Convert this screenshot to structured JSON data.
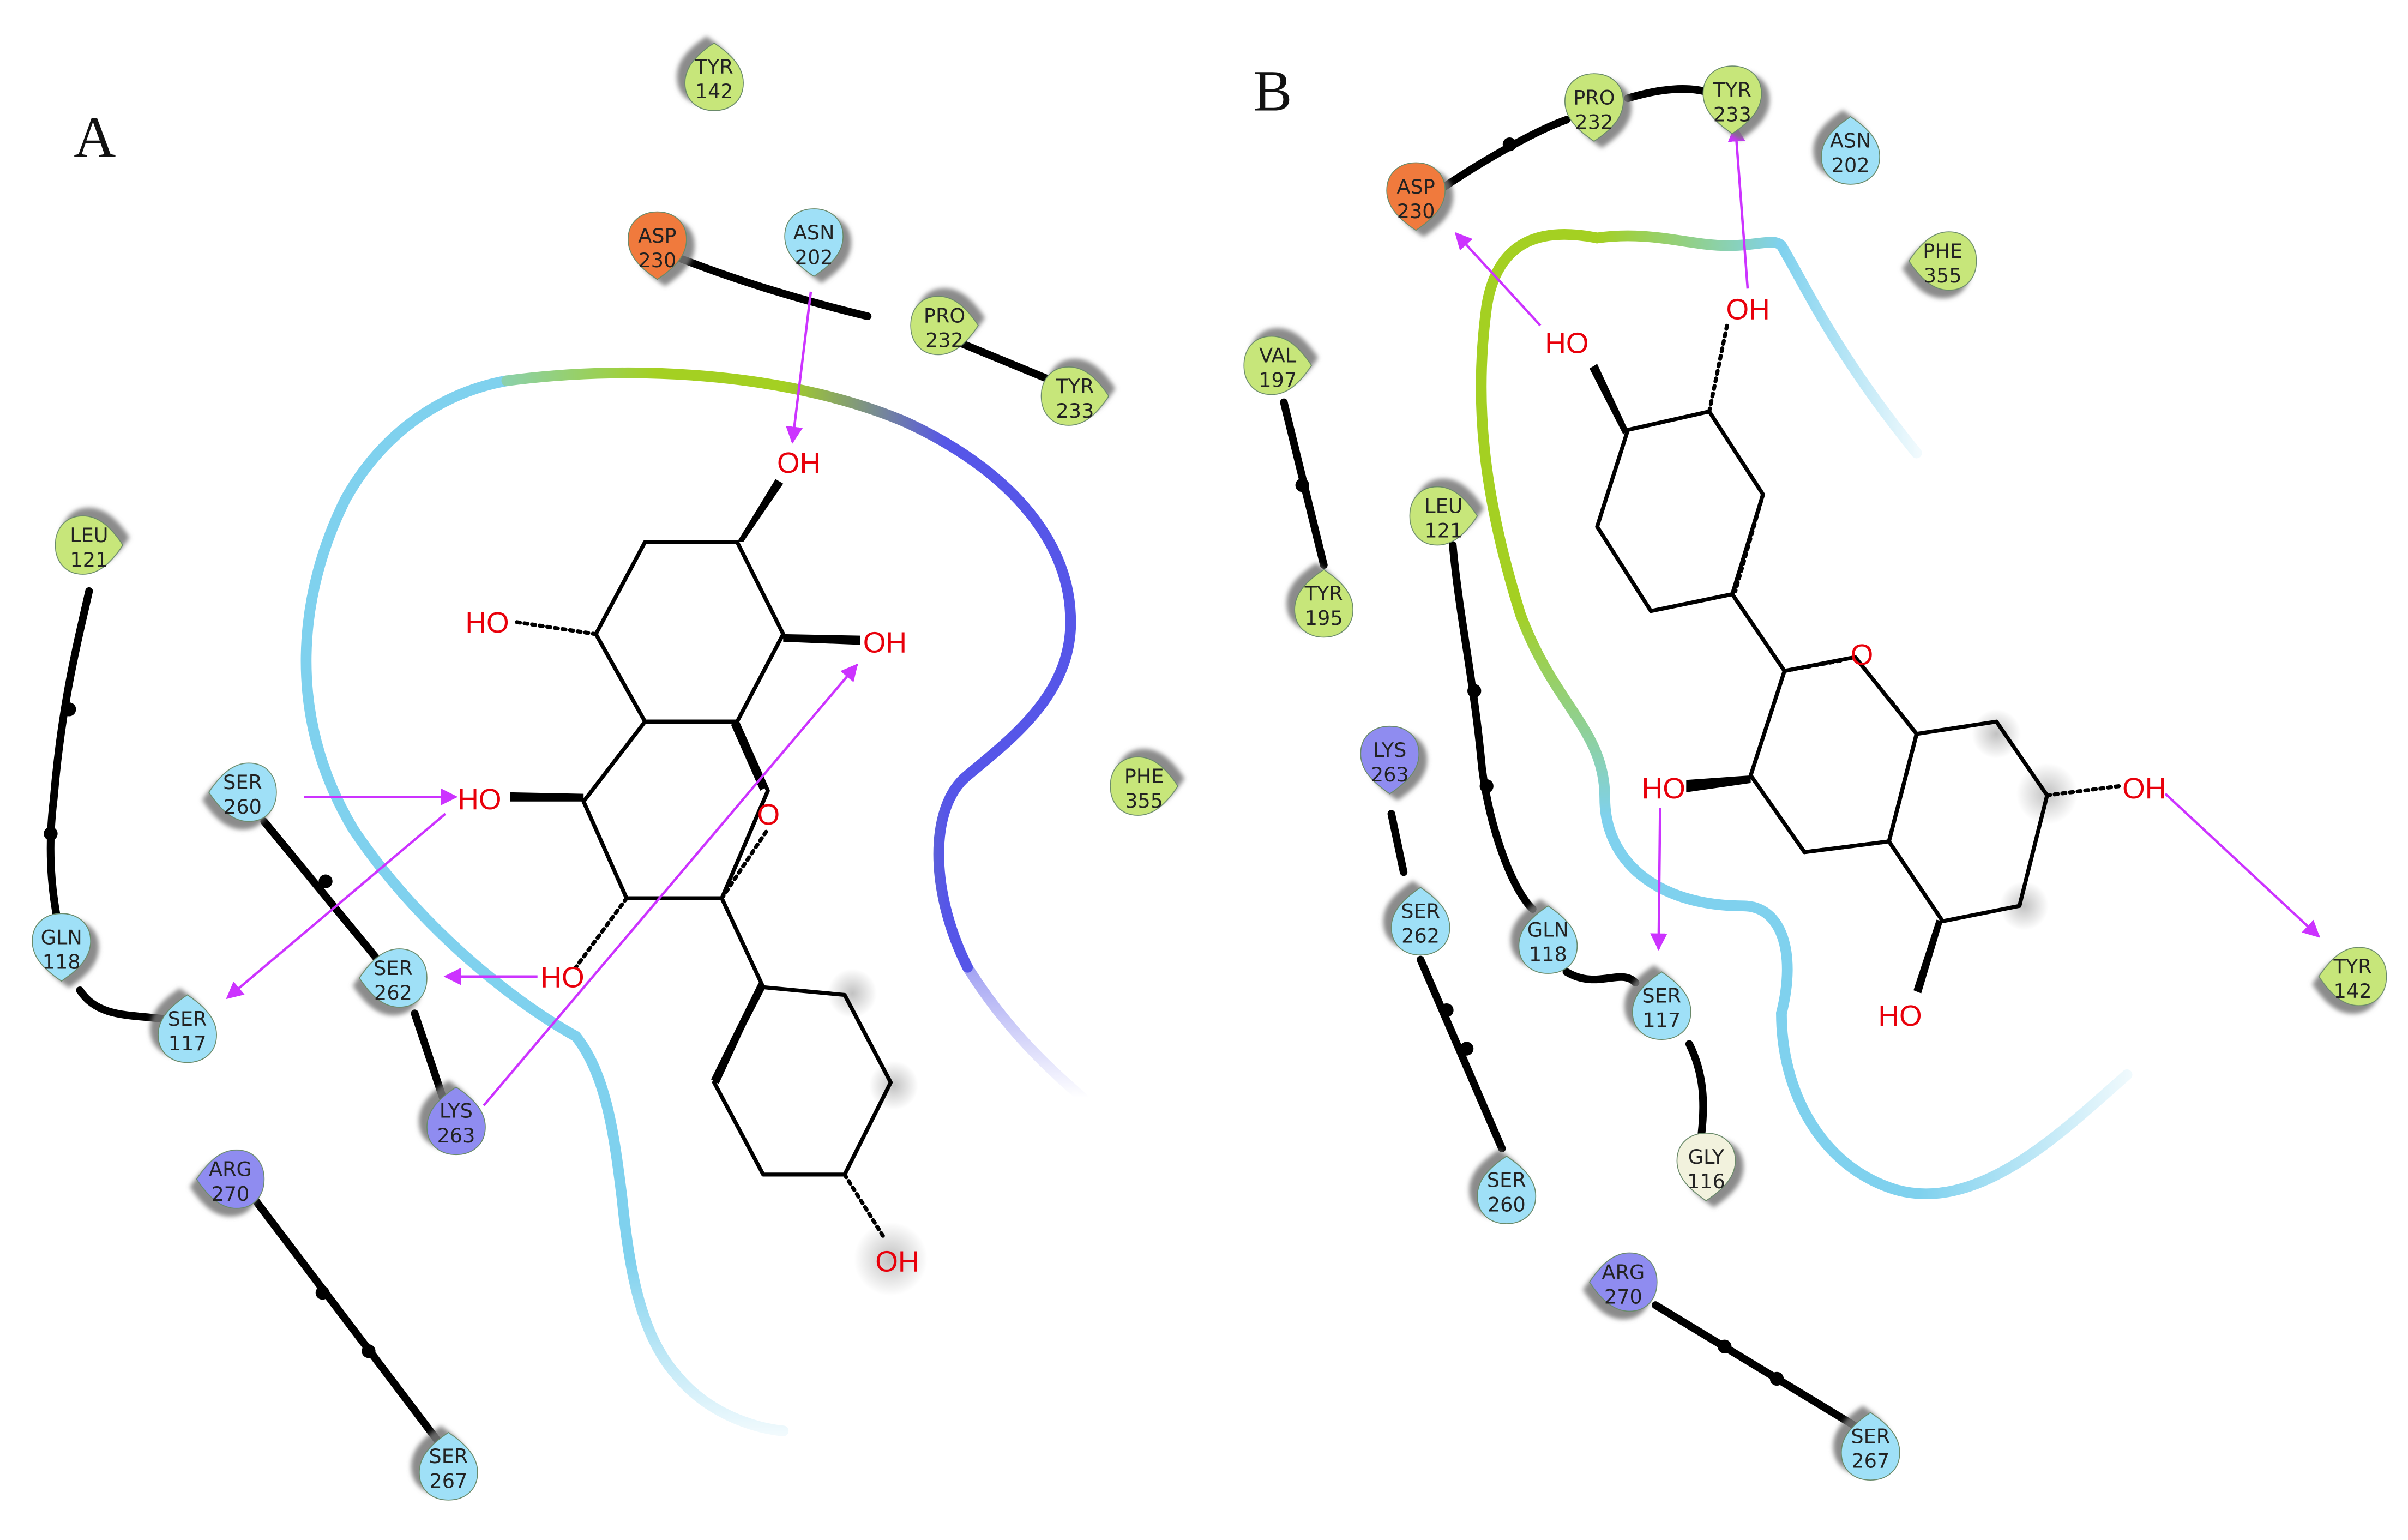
{
  "panels": [
    {
      "label": "A",
      "residues": [
        {
          "name": "TYR",
          "num": "142",
          "type": "hydrophobic"
        },
        {
          "name": "ASP",
          "num": "230",
          "type": "negative"
        },
        {
          "name": "ASN",
          "num": "202",
          "type": "polar"
        },
        {
          "name": "PRO",
          "num": "232",
          "type": "hydrophobic"
        },
        {
          "name": "TYR",
          "num": "233",
          "type": "hydrophobic"
        },
        {
          "name": "LEU",
          "num": "121",
          "type": "hydrophobic"
        },
        {
          "name": "SER",
          "num": "260",
          "type": "polar"
        },
        {
          "name": "GLN",
          "num": "118",
          "type": "polar"
        },
        {
          "name": "SER",
          "num": "117",
          "type": "polar"
        },
        {
          "name": "SER",
          "num": "262",
          "type": "polar"
        },
        {
          "name": "LYS",
          "num": "263",
          "type": "positive"
        },
        {
          "name": "ARG",
          "num": "270",
          "type": "positive"
        },
        {
          "name": "SER",
          "num": "267",
          "type": "polar"
        },
        {
          "name": "PHE",
          "num": "355",
          "type": "hydrophobic"
        }
      ],
      "atoms": [
        "OH",
        "HO",
        "OH",
        "HO",
        "O",
        "HO",
        "OH"
      ]
    },
    {
      "label": "B",
      "residues": [
        {
          "name": "PRO",
          "num": "232",
          "type": "hydrophobic"
        },
        {
          "name": "TYR",
          "num": "233",
          "type": "hydrophobic"
        },
        {
          "name": "ASN",
          "num": "202",
          "type": "polar"
        },
        {
          "name": "ASP",
          "num": "230",
          "type": "negative"
        },
        {
          "name": "PHE",
          "num": "355",
          "type": "hydrophobic"
        },
        {
          "name": "VAL",
          "num": "197",
          "type": "hydrophobic"
        },
        {
          "name": "LEU",
          "num": "121",
          "type": "hydrophobic"
        },
        {
          "name": "TYR",
          "num": "195",
          "type": "hydrophobic"
        },
        {
          "name": "LYS",
          "num": "263",
          "type": "positive"
        },
        {
          "name": "SER",
          "num": "262",
          "type": "polar"
        },
        {
          "name": "GLN",
          "num": "118",
          "type": "polar"
        },
        {
          "name": "SER",
          "num": "117",
          "type": "polar"
        },
        {
          "name": "GLY",
          "num": "116",
          "type": "glycine"
        },
        {
          "name": "SER",
          "num": "260",
          "type": "polar"
        },
        {
          "name": "ARG",
          "num": "270",
          "type": "positive"
        },
        {
          "name": "SER",
          "num": "267",
          "type": "polar"
        },
        {
          "name": "TYR",
          "num": "142",
          "type": "hydrophobic"
        }
      ],
      "atoms": [
        "HO",
        "OH",
        "O",
        "HO",
        "OH",
        "HO"
      ]
    }
  ],
  "colors": {
    "hydrophobic": "#c7e67a",
    "polar": "#9fe0f7",
    "negative": "#f07a3c",
    "positive": "#8f8cf0",
    "glycine": "#f2f2dd",
    "oxygen": "#e8000b",
    "hbond": "#cc33ff",
    "pocket_solvent": "#7fd1ee",
    "pocket_hydrophobic": "#a4d022",
    "pocket_positive": "#5656e8"
  }
}
